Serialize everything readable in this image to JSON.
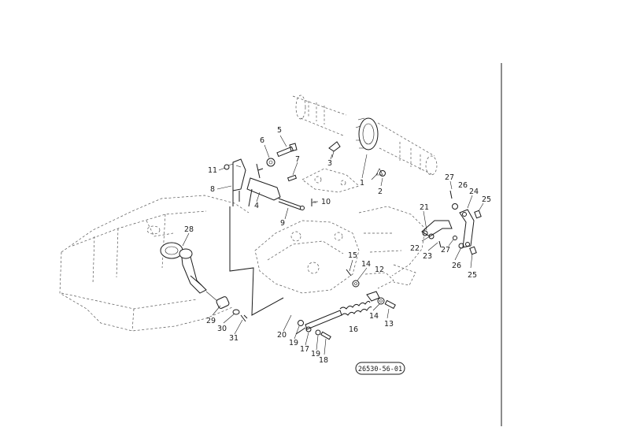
{
  "reference_code": "26530-56-01",
  "callouts": [
    {
      "id": "c1",
      "text": "1"
    },
    {
      "id": "c2",
      "text": "2"
    },
    {
      "id": "c3",
      "text": "3"
    },
    {
      "id": "c4",
      "text": "4"
    },
    {
      "id": "c5",
      "text": "5"
    },
    {
      "id": "c6",
      "text": "6"
    },
    {
      "id": "c7",
      "text": "7"
    },
    {
      "id": "c8",
      "text": "8"
    },
    {
      "id": "c9",
      "text": "9"
    },
    {
      "id": "c10",
      "text": "10"
    },
    {
      "id": "c11",
      "text": "11"
    },
    {
      "id": "c12",
      "text": "12"
    },
    {
      "id": "c13",
      "text": "13"
    },
    {
      "id": "c14a",
      "text": "14"
    },
    {
      "id": "c14b",
      "text": "14"
    },
    {
      "id": "c15",
      "text": "15"
    },
    {
      "id": "c16",
      "text": "16"
    },
    {
      "id": "c17",
      "text": "17"
    },
    {
      "id": "c18",
      "text": "18"
    },
    {
      "id": "c19a",
      "text": "19"
    },
    {
      "id": "c19b",
      "text": "19"
    },
    {
      "id": "c20",
      "text": "20"
    },
    {
      "id": "c21",
      "text": "21"
    },
    {
      "id": "c22",
      "text": "22"
    },
    {
      "id": "c23",
      "text": "23"
    },
    {
      "id": "c24",
      "text": "24"
    },
    {
      "id": "c25a",
      "text": "25"
    },
    {
      "id": "c25b",
      "text": "25"
    },
    {
      "id": "c26a",
      "text": "26"
    },
    {
      "id": "c26b",
      "text": "26"
    },
    {
      "id": "c27a",
      "text": "27"
    },
    {
      "id": "c27b",
      "text": "27"
    },
    {
      "id": "c28",
      "text": "28"
    },
    {
      "id": "c29",
      "text": "29"
    },
    {
      "id": "c30",
      "text": "30"
    },
    {
      "id": "c31",
      "text": "31"
    }
  ]
}
